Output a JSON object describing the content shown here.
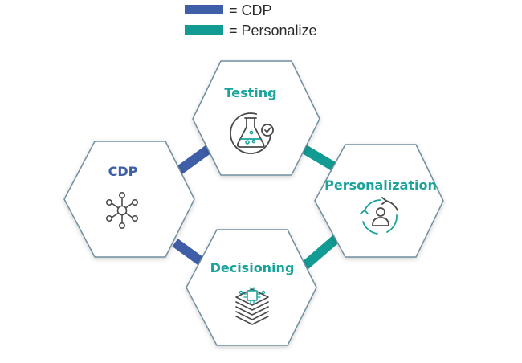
{
  "legend": [
    {
      "label": "= CDP",
      "color": "#3f5ea8"
    },
    {
      "label": "= Personalize",
      "color": "#119b93"
    }
  ],
  "nodes": {
    "testing": {
      "label": "Testing",
      "color": "#1aa39b",
      "icon": "flask-icon"
    },
    "cdp": {
      "label": "CDP",
      "color": "#3f5ea8",
      "icon": "network-hub-icon"
    },
    "personalization": {
      "label": "Personalization",
      "color": "#1aa39b",
      "icon": "user-cycle-icon"
    },
    "decisioning": {
      "label": "Decisioning",
      "color": "#1aa39b",
      "icon": "layers-chip-icon"
    }
  },
  "colors": {
    "hex_border": "#6f8f9f",
    "cdp_link": "#3f5ea8",
    "personalize_link": "#119b93",
    "icon_dark": "#4a4a4a",
    "icon_teal": "#1aa39b"
  }
}
